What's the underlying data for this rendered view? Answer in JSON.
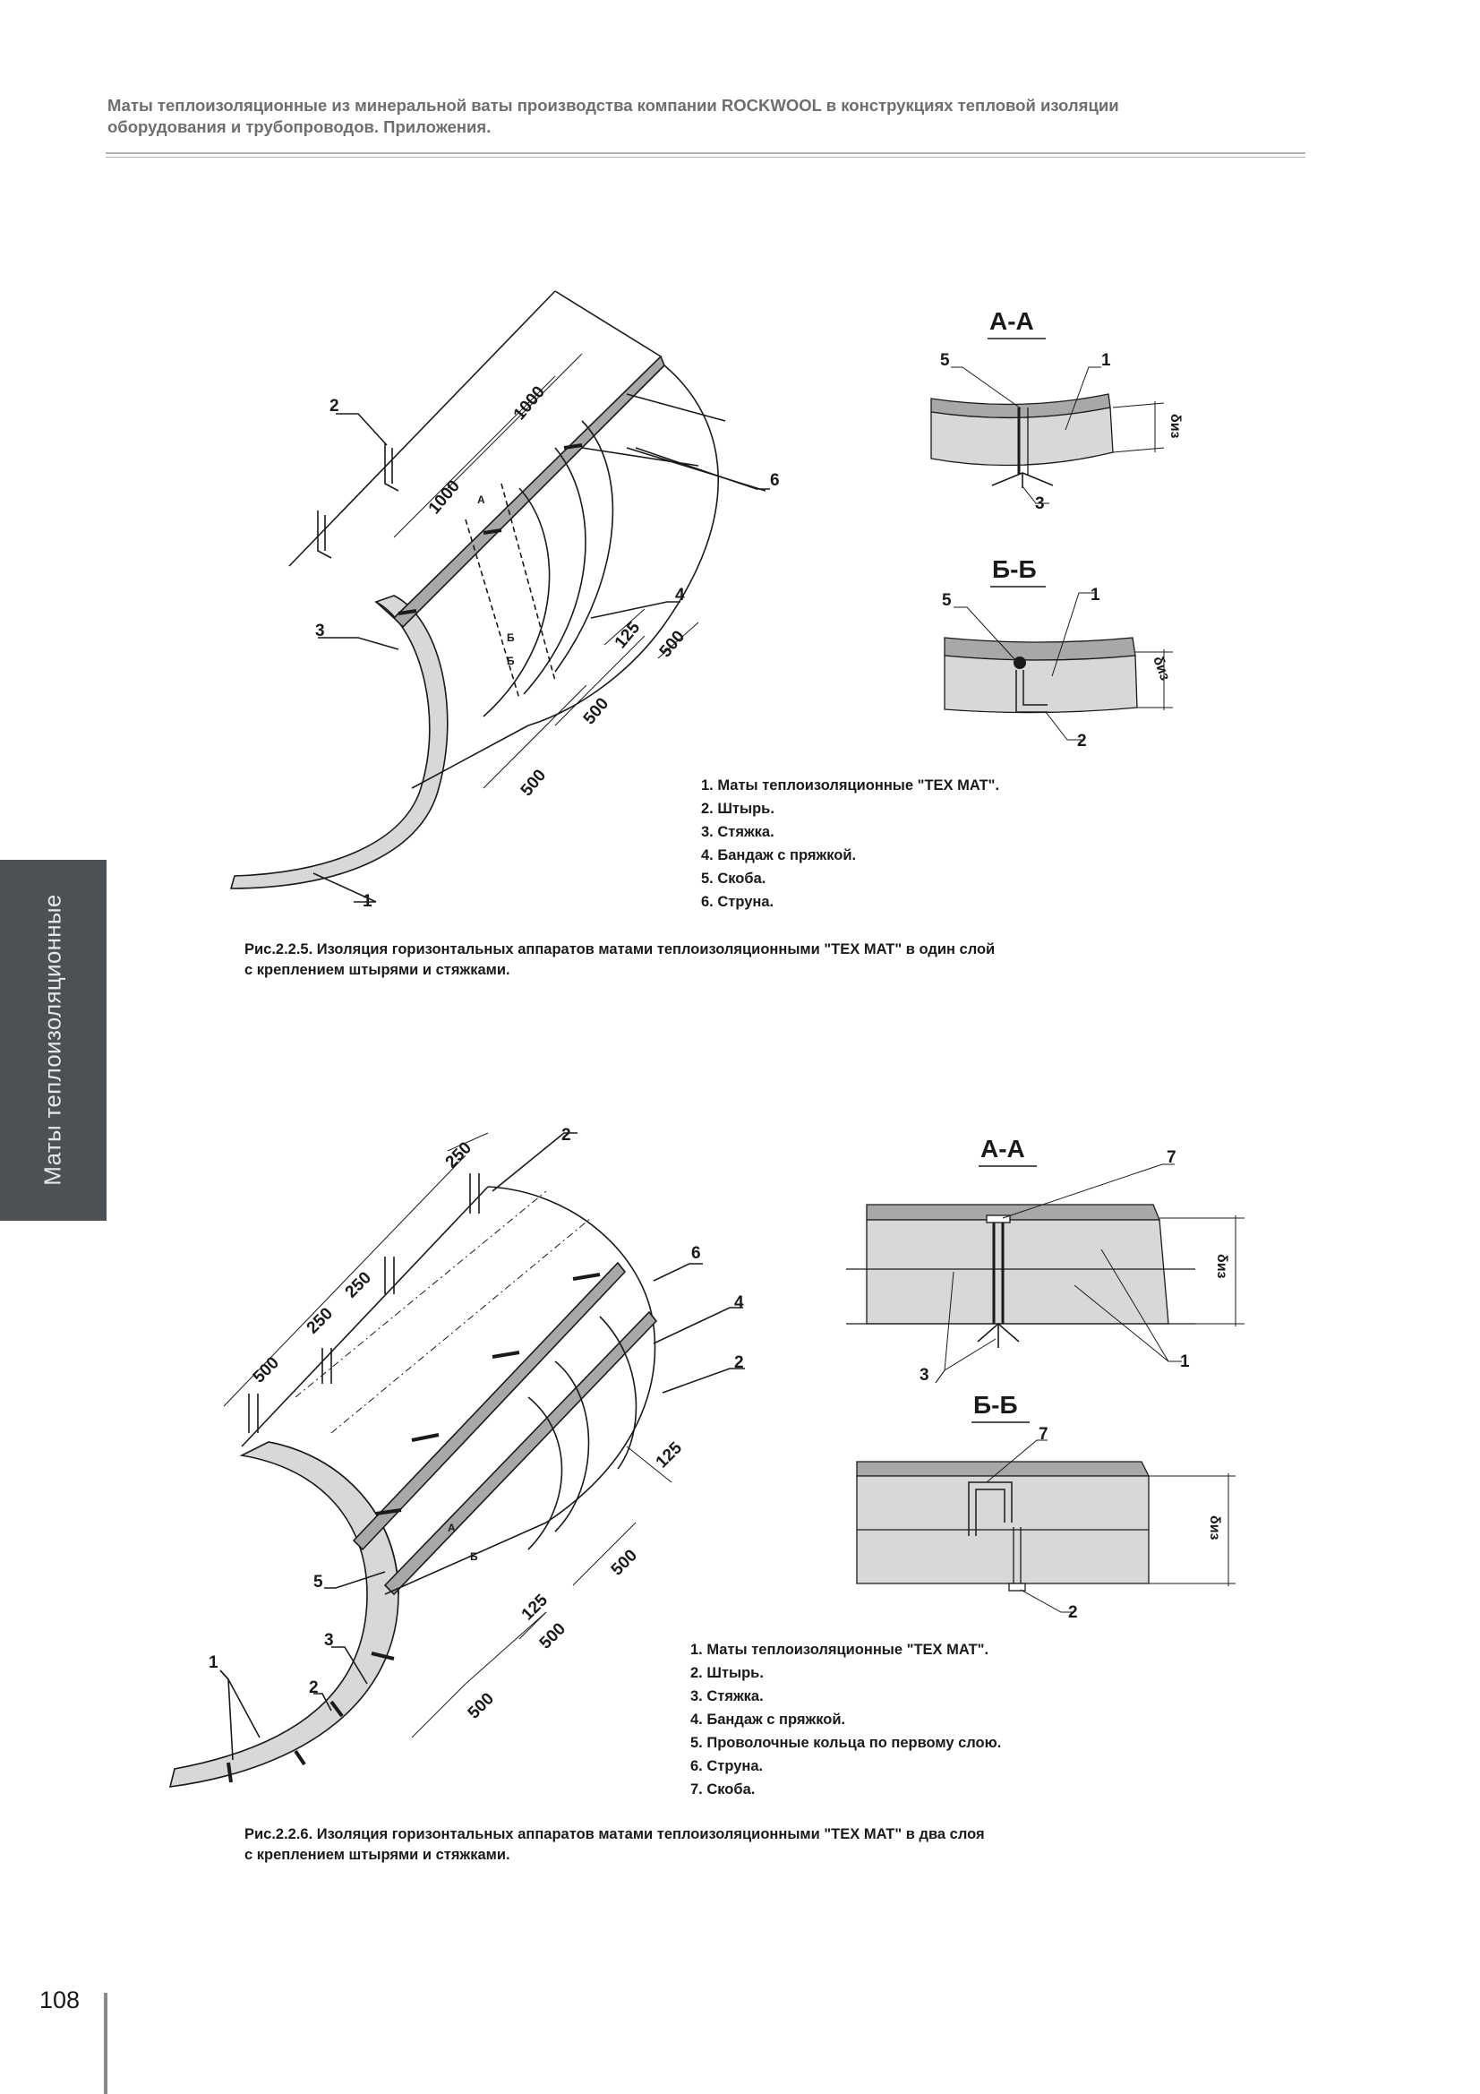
{
  "header": {
    "line1": "Маты теплоизоляционные из минеральной ваты производства компании ROCKWOOL в конструкциях тепловой изоляции",
    "line2": "оборудования и трубопроводов. Приложения."
  },
  "side_tab": {
    "label": "Маты теплоизоляционные"
  },
  "page_number": "108",
  "figure1": {
    "dims": {
      "d1000a": "1000",
      "d1000b": "1000",
      "d125": "125",
      "d500a": "500",
      "d500b": "500",
      "d500c": "500"
    },
    "callouts": {
      "c1": "1",
      "c2": "2",
      "c3": "3",
      "c4": "4",
      "c6": "6"
    },
    "marks": {
      "a": "А",
      "b1": "Б",
      "b2": "Б"
    },
    "section_aa": {
      "title": "А-А",
      "c1": "1",
      "c3": "3",
      "c5": "5",
      "dim": "δиз"
    },
    "section_bb": {
      "title": "Б-Б",
      "c1": "1",
      "c2": "2",
      "c5": "5",
      "dim": "δиз"
    },
    "legend": [
      "1. Маты теплоизоляционные \"TEX MAT\".",
      "2. Штырь.",
      "3. Стяжка.",
      "4. Бандаж с пряжкой.",
      "5. Скоба.",
      "6. Струна."
    ],
    "caption_line1": "Рис.2.2.5. Изоляция горизонтальных аппаратов матами теплоизоляционными \"TEX MAT\" в один слой",
    "caption_line2": "с креплением штырями и стяжками."
  },
  "figure2": {
    "dims": {
      "d250a": "250",
      "d250b": "250",
      "d250c": "250",
      "d500a": "500",
      "d125a": "125",
      "d500b": "500",
      "d125b": "125",
      "d500c": "500",
      "d500d": "500"
    },
    "callouts": {
      "c1": "1",
      "c2a": "2",
      "c2b": "2",
      "c2c": "2",
      "c3": "3",
      "c4": "4",
      "c5": "5",
      "c6": "6"
    },
    "marks": {
      "a": "А",
      "b": "Б"
    },
    "section_aa": {
      "title": "А-А",
      "c1": "1",
      "c3": "3",
      "c7": "7",
      "dim": "δиз"
    },
    "section_bb": {
      "title": "Б-Б",
      "c2": "2",
      "c7": "7",
      "dim": "δиз"
    },
    "legend": [
      "1. Маты теплоизоляционные \"TEX MAT\".",
      "2. Штырь.",
      "3. Стяжка.",
      "4. Бандаж с пряжкой.",
      "5. Проволочные кольца по первому слою.",
      "6. Струна.",
      "7. Скоба."
    ],
    "caption_line1": "Рис.2.2.6.  Изоляция горизонтальных аппаратов матами теплоизоляционными \"TEX MAT\" в два слоя",
    "caption_line2": "с креплением штырями и стяжками."
  },
  "colors": {
    "side_tab_bg": "#4c5156",
    "header_text": "#6e6e6e",
    "insulation_fill": "#d8d8d8",
    "cladding_fill": "#a8a8a8",
    "line": "#1a1a1a"
  }
}
